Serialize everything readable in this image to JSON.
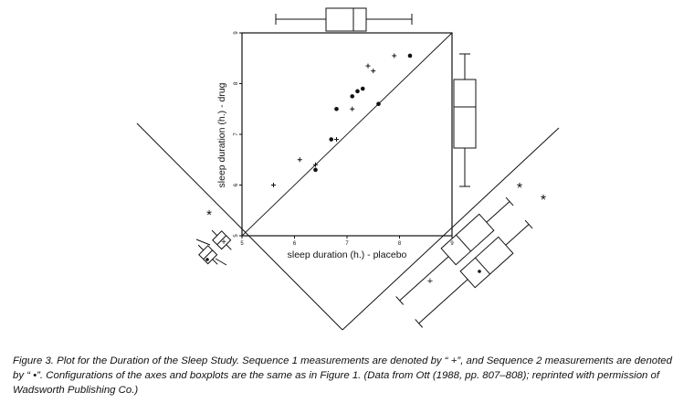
{
  "chart_data": {
    "type": "scatter",
    "xlabel": "sleep duration (h.) - placebo",
    "ylabel": "sleep duration (h.) - drug",
    "xlim": [
      5,
      9
    ],
    "ylim": [
      5,
      9
    ],
    "x_ticks": [
      "5",
      "6",
      "7",
      "8",
      "9"
    ],
    "y_ticks": [
      "5",
      "6",
      "7",
      "8",
      "9"
    ],
    "reference_line": "y = x",
    "series": [
      {
        "name": "Sequence 1",
        "marker": "+",
        "points": [
          [
            5.6,
            6.0
          ],
          [
            6.1,
            6.5
          ],
          [
            6.4,
            6.4
          ],
          [
            6.8,
            6.9
          ],
          [
            7.1,
            7.5
          ],
          [
            7.4,
            8.35
          ],
          [
            7.5,
            8.25
          ],
          [
            7.9,
            8.55
          ]
        ]
      },
      {
        "name": "Sequence 2",
        "marker": "dot",
        "points": [
          [
            6.4,
            6.3
          ],
          [
            6.7,
            6.9
          ],
          [
            6.8,
            7.5
          ],
          [
            7.1,
            7.75
          ],
          [
            7.2,
            7.85
          ],
          [
            7.3,
            7.9
          ],
          [
            7.6,
            7.6
          ],
          [
            8.2,
            8.55
          ]
        ]
      }
    ],
    "boxplots": {
      "placebo_top": {
        "min": 5.8,
        "q1": 6.65,
        "median": 7.1,
        "q3": 7.45,
        "max": 8.25
      },
      "drug_right": {
        "min": 6.0,
        "q1": 6.7,
        "median": 7.55,
        "q3": 8.05,
        "max": 8.55
      }
    }
  },
  "caption": {
    "label": "Figure 3.",
    "text": "Plot for the Duration of the Sleep Study. Sequence 1 measurements are denoted by “ +”, and Sequence 2 measurements are denoted by “ •”. Configurations of the axes and boxplots are the same as in Figure 1. (Data from Ott (1988, pp. 807–808); reprinted with permission of Wadsworth Publishing Co.)"
  }
}
